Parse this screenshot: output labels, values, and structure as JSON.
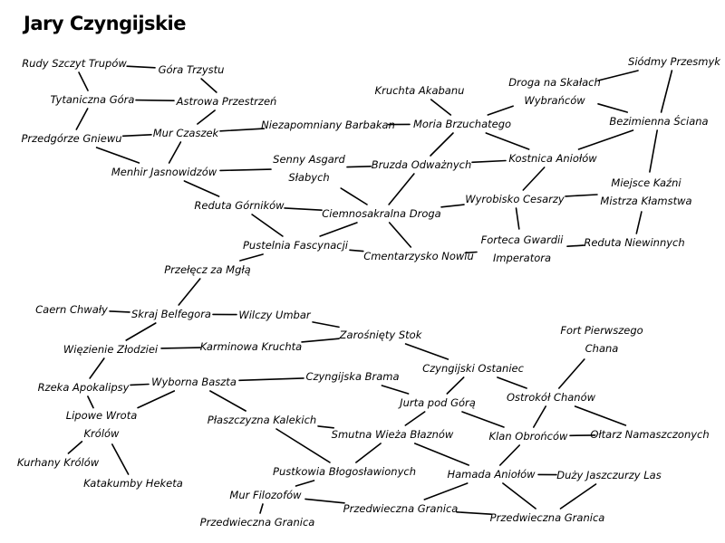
{
  "title": "Jary Czyngijskie",
  "nodes": [
    {
      "id": "rudy",
      "lines": [
        "Rudy Szczyt Trupów"
      ]
    },
    {
      "id": "gora",
      "lines": [
        "Góra Trzystu"
      ]
    },
    {
      "id": "tytaniczna",
      "lines": [
        "Tytaniczna Góra"
      ]
    },
    {
      "id": "astrowa",
      "lines": [
        "Astrowa Przestrzeń"
      ]
    },
    {
      "id": "przedgorze",
      "lines": [
        "Przedgórze Gniewu"
      ]
    },
    {
      "id": "murczaszek",
      "lines": [
        "Mur Czaszek"
      ]
    },
    {
      "id": "niezap",
      "lines": [
        "Niezapomniany Barbakan"
      ]
    },
    {
      "id": "kruchta",
      "lines": [
        "Kruchta Akabanu"
      ]
    },
    {
      "id": "moria",
      "lines": [
        "Moria Brzuchatego"
      ]
    },
    {
      "id": "droga",
      "lines": [
        "Droga na Skałach",
        "Wybrańców"
      ]
    },
    {
      "id": "siodmy",
      "lines": [
        "Siódmy Przesmyk"
      ]
    },
    {
      "id": "bezimienna",
      "lines": [
        "Bezimienna Ściana"
      ]
    },
    {
      "id": "menhir",
      "lines": [
        "Menhir Jasnowidzów"
      ]
    },
    {
      "id": "senny",
      "lines": [
        "Senny Asgard",
        "Słabych"
      ]
    },
    {
      "id": "bruzda",
      "lines": [
        "Bruzda Odważnych"
      ]
    },
    {
      "id": "kostnica",
      "lines": [
        "Kostnica Aniołów"
      ]
    },
    {
      "id": "reduta_g",
      "lines": [
        "Reduta Górników"
      ]
    },
    {
      "id": "ciemno",
      "lines": [
        "Ciemnosakralna Droga"
      ]
    },
    {
      "id": "wyrobisko",
      "lines": [
        "Wyrobisko Cesarzy"
      ]
    },
    {
      "id": "miejsce",
      "lines": [
        "Miejsce Kaźni",
        "Mistrza Kłamstwa"
      ]
    },
    {
      "id": "pustelnia",
      "lines": [
        "Pustelnia Fascynacji"
      ]
    },
    {
      "id": "cmentarzysko",
      "lines": [
        "Cmentarzysko Nowiu"
      ]
    },
    {
      "id": "forteca_g",
      "lines": [
        "Forteca Gwardii",
        "Imperatora"
      ]
    },
    {
      "id": "reduta_n",
      "lines": [
        "Reduta Niewinnych"
      ]
    },
    {
      "id": "przelecz",
      "lines": [
        "Przełęcz za Mgłą"
      ]
    },
    {
      "id": "caern",
      "lines": [
        "Caern Chwały"
      ]
    },
    {
      "id": "skraj",
      "lines": [
        "Skraj Belfegora"
      ]
    },
    {
      "id": "wilczy",
      "lines": [
        "Wilczy Umbar"
      ]
    },
    {
      "id": "wiezienie",
      "lines": [
        "Więzienie Złodziei"
      ]
    },
    {
      "id": "karminowa",
      "lines": [
        "Karminowa Kruchta"
      ]
    },
    {
      "id": "zarosniety",
      "lines": [
        "Zarośnięty Stok"
      ]
    },
    {
      "id": "fort",
      "lines": [
        "Fort Pierwszego",
        "Chana"
      ]
    },
    {
      "id": "rzeka",
      "lines": [
        "Rzeka Apokalipsy"
      ]
    },
    {
      "id": "wyborna",
      "lines": [
        "Wyborna Baszta"
      ]
    },
    {
      "id": "brama",
      "lines": [
        "Czyngijska Brama"
      ]
    },
    {
      "id": "ostaniec",
      "lines": [
        "Czyngijski Ostaniec"
      ]
    },
    {
      "id": "ostrokol",
      "lines": [
        "Ostrokół Chanów"
      ]
    },
    {
      "id": "jurta",
      "lines": [
        "Jurta pod Górą"
      ]
    },
    {
      "id": "lipowe",
      "lines": [
        "Lipowe Wrota",
        "Królów"
      ]
    },
    {
      "id": "plaszczyzna",
      "lines": [
        "Płaszczyzna Kalekich"
      ]
    },
    {
      "id": "smutna",
      "lines": [
        "Smutna Wieża Błaznów"
      ]
    },
    {
      "id": "klan",
      "lines": [
        "Klan Obrońców"
      ]
    },
    {
      "id": "oltarz",
      "lines": [
        "Ołtarz Namaszczonych"
      ]
    },
    {
      "id": "kurhany",
      "lines": [
        "Kurhany Królów"
      ]
    },
    {
      "id": "pustkowia",
      "lines": [
        "Pustkowia Błogosławionych"
      ]
    },
    {
      "id": "hamada",
      "lines": [
        "Hamada Aniołów"
      ]
    },
    {
      "id": "duzy",
      "lines": [
        "Duży Jaszczurzy Las"
      ]
    },
    {
      "id": "katakumby",
      "lines": [
        "Katakumby Heketa"
      ]
    },
    {
      "id": "murfil",
      "lines": [
        "Mur Filozofów"
      ]
    },
    {
      "id": "pg_left",
      "lines": [
        "Przedwieczna Granica"
      ]
    },
    {
      "id": "pg_mid",
      "lines": [
        "Przedwieczna Granica"
      ]
    },
    {
      "id": "pg_right",
      "lines": [
        "Przedwieczna Granica"
      ]
    }
  ],
  "edges": [
    [
      "rudy",
      "gora"
    ],
    [
      "rudy",
      "tytaniczna"
    ],
    [
      "tytaniczna",
      "astrowa"
    ],
    [
      "gora",
      "astrowa"
    ],
    [
      "astrowa",
      "murczaszek"
    ],
    [
      "przedgorze",
      "murczaszek"
    ],
    [
      "tytaniczna",
      "przedgorze"
    ],
    [
      "murczaszek",
      "niezap"
    ],
    [
      "murczaszek",
      "menhir"
    ],
    [
      "przedgorze",
      "menhir"
    ],
    [
      "niezap",
      "moria"
    ],
    [
      "kruchta",
      "moria"
    ],
    [
      "moria",
      "droga"
    ],
    [
      "moria",
      "kostnica"
    ],
    [
      "moria",
      "bruzda"
    ],
    [
      "droga",
      "siodmy"
    ],
    [
      "droga",
      "bezimienna"
    ],
    [
      "siodmy",
      "bezimienna"
    ],
    [
      "bezimienna",
      "kostnica"
    ],
    [
      "bezimienna",
      "miejsce"
    ],
    [
      "menhir",
      "senny"
    ],
    [
      "menhir",
      "reduta_g"
    ],
    [
      "senny",
      "bruzda"
    ],
    [
      "senny",
      "ciemno"
    ],
    [
      "bruzda",
      "kostnica"
    ],
    [
      "bruzda",
      "ciemno"
    ],
    [
      "kostnica",
      "wyrobisko"
    ],
    [
      "reduta_g",
      "ciemno"
    ],
    [
      "reduta_g",
      "pustelnia"
    ],
    [
      "ciemno",
      "wyrobisko"
    ],
    [
      "ciemno",
      "pustelnia"
    ],
    [
      "ciemno",
      "cmentarzysko"
    ],
    [
      "wyrobisko",
      "miejsce"
    ],
    [
      "wyrobisko",
      "forteca_g"
    ],
    [
      "miejsce",
      "reduta_n"
    ],
    [
      "pustelnia",
      "cmentarzysko"
    ],
    [
      "pustelnia",
      "przelecz"
    ],
    [
      "cmentarzysko",
      "forteca_g"
    ],
    [
      "forteca_g",
      "reduta_n"
    ],
    [
      "przelecz",
      "skraj"
    ],
    [
      "caern",
      "skraj"
    ],
    [
      "skraj",
      "wilczy"
    ],
    [
      "skraj",
      "wiezienie"
    ],
    [
      "wilczy",
      "zarosniety"
    ],
    [
      "wiezienie",
      "karminowa"
    ],
    [
      "wiezienie",
      "rzeka"
    ],
    [
      "karminowa",
      "zarosniety"
    ],
    [
      "zarosniety",
      "ostaniec"
    ],
    [
      "rzeka",
      "wyborna"
    ],
    [
      "wyborna",
      "brama"
    ],
    [
      "wyborna",
      "lipowe"
    ],
    [
      "wyborna",
      "plaszczyzna"
    ],
    [
      "brama",
      "jurta"
    ],
    [
      "ostaniec",
      "jurta"
    ],
    [
      "ostaniec",
      "ostrokol"
    ],
    [
      "ostrokol",
      "fort"
    ],
    [
      "ostrokol",
      "klan"
    ],
    [
      "ostrokol",
      "oltarz"
    ],
    [
      "jurta",
      "smutna"
    ],
    [
      "jurta",
      "klan"
    ],
    [
      "rzeka",
      "lipowe"
    ],
    [
      "lipowe",
      "kurhany"
    ],
    [
      "lipowe",
      "katakumby"
    ],
    [
      "plaszczyzna",
      "smutna"
    ],
    [
      "plaszczyzna",
      "pustkowia"
    ],
    [
      "smutna",
      "pustkowia"
    ],
    [
      "smutna",
      "hamada"
    ],
    [
      "klan",
      "hamada"
    ],
    [
      "klan",
      "oltarz"
    ],
    [
      "pustkowia",
      "murfil"
    ],
    [
      "murfil",
      "pg_left"
    ],
    [
      "murfil",
      "pg_mid"
    ],
    [
      "pg_mid",
      "hamada"
    ],
    [
      "hamada",
      "duzy"
    ],
    [
      "hamada",
      "pg_right"
    ],
    [
      "pg_mid",
      "pg_right"
    ],
    [
      "duzy",
      "pg_right"
    ]
  ]
}
